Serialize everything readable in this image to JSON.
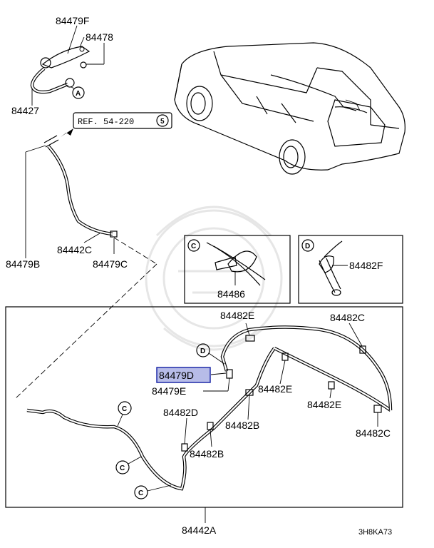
{
  "callouts": {
    "p84479F": "84479F",
    "p84478": "84478",
    "p84427": "84427",
    "ref": "REF. 54-220",
    "ref_num": "5",
    "p84479B": "84479B",
    "p84442C": "84442C",
    "p84479C": "84479C",
    "p84486": "84486",
    "p84482F": "84482F",
    "p84482E_top": "84482E",
    "p84482C_top": "84482C",
    "p84479D": "84479D",
    "p84479E": "84479E",
    "p84482E_mid": "84482E",
    "p84482E_right": "84482E",
    "p84482D": "84482D",
    "p84482B_mid": "84482B",
    "p84482B_low": "84482B",
    "p84482C_right": "84482C",
    "p84442A": "84442A",
    "code": "3H8KA73"
  },
  "markers": {
    "A": "A",
    "C": "C",
    "D": "D"
  },
  "highlight_color": "#b7bce8"
}
